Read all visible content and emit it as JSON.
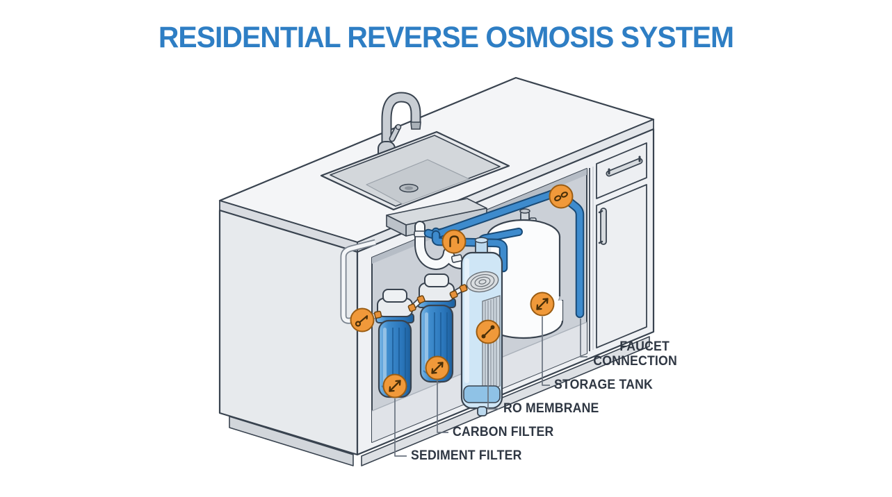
{
  "title": {
    "text": "RESIDENTIAL REVERSE OSMOSIS SYSTEM",
    "color": "#2e7ec4"
  },
  "labels": {
    "sediment_filter": "SEDIMENT FILTER",
    "carbon_filter": "CARBON FILTER",
    "ro_membrane": "RO MEMBRANE",
    "storage_tank": "STORAGE TANK",
    "faucet_connection": "FAUCET CONNECTION"
  },
  "components": [
    "kitchen-faucet",
    "kitchen-sink",
    "countertop",
    "cabinet",
    "cabinet-drawer",
    "cabinet-door",
    "drain-p-trap",
    "cold-water-supply-line",
    "sediment-filter",
    "carbon-filter",
    "ro-membrane",
    "storage-tank",
    "ro-tubing"
  ],
  "markers": [
    {
      "name": "supply-connection-marker",
      "icon": "connector-key-icon"
    },
    {
      "name": "drain-line-marker",
      "icon": "hook-icon"
    },
    {
      "name": "sediment-filter-marker",
      "icon": "resize-arrow-icon"
    },
    {
      "name": "carbon-filter-marker",
      "icon": "resize-arrow-icon"
    },
    {
      "name": "ro-membrane-marker",
      "icon": "dumbbell-connector-icon"
    },
    {
      "name": "storage-tank-marker",
      "icon": "resize-arrow-icon"
    },
    {
      "name": "faucet-connection-marker",
      "icon": "chain-link-icon"
    }
  ],
  "colors": {
    "title_blue": "#2e7ec4",
    "tube_blue": "#3e8bcd",
    "tube_outline": "#194a76",
    "filter_blue": "#2a76bb",
    "membrane_blue": "#cfe6f6",
    "marker_orange": "#f0993a",
    "marker_icon_brown": "#4a2f08",
    "outline_ink": "#39434f",
    "label_gray": "#2f3743",
    "leader_gray": "#6b7480",
    "cabinet_light": "#f4f5f7"
  }
}
